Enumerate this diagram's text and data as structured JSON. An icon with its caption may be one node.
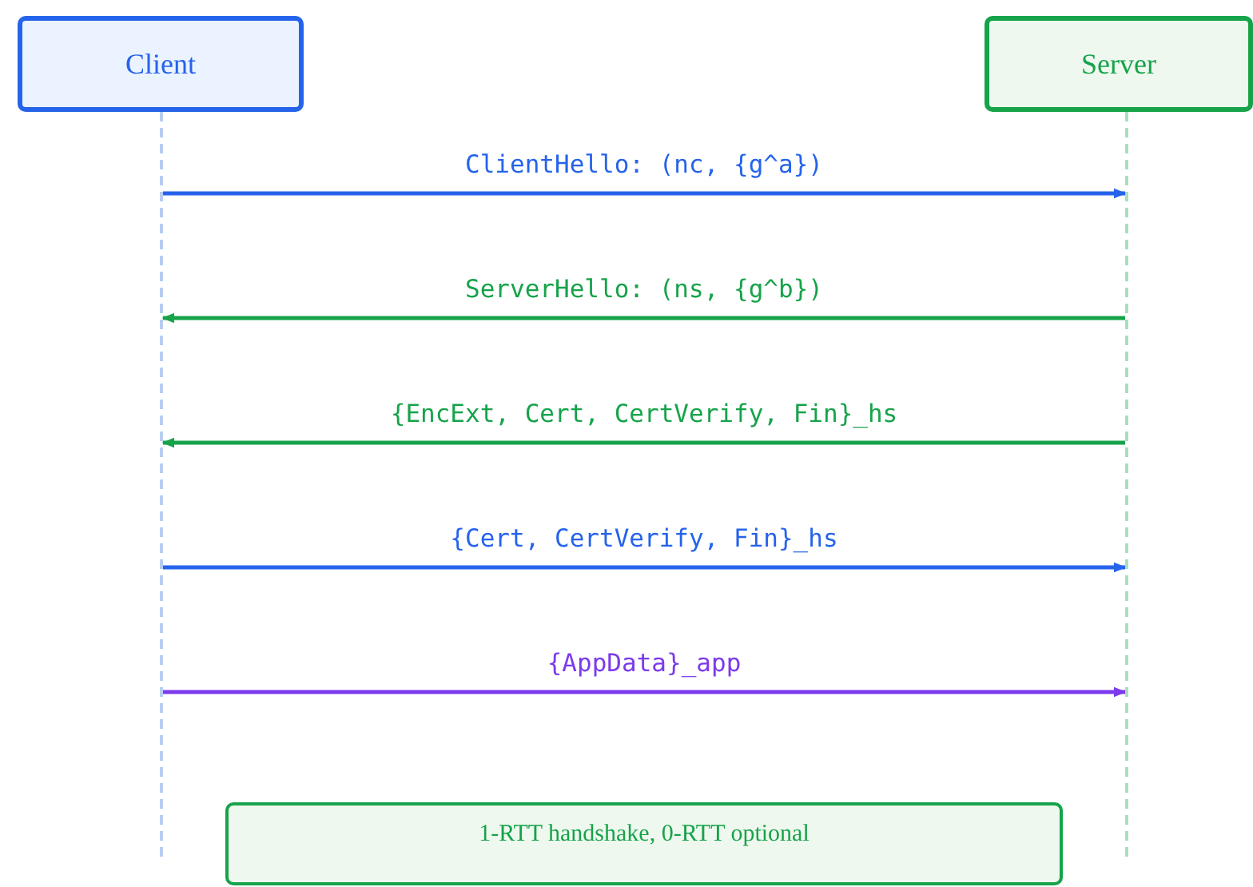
{
  "diagram": {
    "nodes": [
      {
        "text": [
          "Client"
        ]
      },
      {
        "text": [
          "Server"
        ]
      },
      {
        "text": [],
        "shape": "bar"
      },
      {
        "text": [],
        "shape": "bar"
      },
      {
        "text": [
          "1-RTT handshake, 0-RTT optional"
        ]
      }
    ],
    "edges": [
      {
        "from": 2,
        "to": 3,
        "arrow": "to",
        "label": "ClientHello: (nc, {g^a})",
        "color": "#2563eb"
      },
      {
        "from": 3,
        "to": 2,
        "arrow": "to",
        "label": "ServerHello: (ns, {g^b})",
        "color": "#16a34a"
      },
      {
        "from": 3,
        "to": 2,
        "arrow": "to",
        "label": "{EncExt, Cert, CertVerify, Fin}_hs",
        "color": "#16a34a"
      },
      {
        "from": 2,
        "to": 3,
        "arrow": "to",
        "label": "{Cert, CertVerify, Fin}_hs",
        "color": "#2563eb"
      },
      {
        "from": 2,
        "to": 3,
        "arrow": "to",
        "label": "{AppData}_app",
        "color": "#7c3aed"
      }
    ]
  }
}
